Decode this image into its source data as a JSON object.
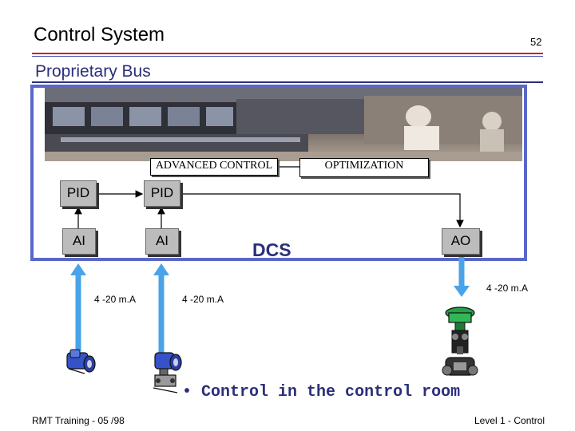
{
  "header": {
    "title": "Control System",
    "page_number": "52",
    "section_title": "Proprietary Bus"
  },
  "diagram": {
    "advanced_control_label": "ADVANCED CONTROL",
    "optimization_label": "OPTIMIZATION",
    "pid_left": "PID",
    "pid_right": "PID",
    "ai_left": "AI",
    "ai_right": "AI",
    "ao": "AO",
    "dcs_label": "DCS",
    "signal_left": "4 -20 m.A",
    "signal_middle": "4 -20 m.A",
    "signal_right": "4 -20 m.A"
  },
  "bullet": {
    "marker": "•",
    "text": "Control in the control room"
  },
  "footer": {
    "left": "RMT Training - 05 /98",
    "right": "Level 1 - Control"
  },
  "colors": {
    "accent_red": "#cc1f2e",
    "accent_blue": "#2b2f7a",
    "frame_blue": "#5a67c9",
    "arrow_blue": "#4aa3e8"
  },
  "icons": {
    "photo": "control-room-photo",
    "transmitter_left": "flow-transmitter-icon",
    "transmitter_middle": "pressure-transmitter-icon",
    "valve": "control-valve-icon"
  }
}
